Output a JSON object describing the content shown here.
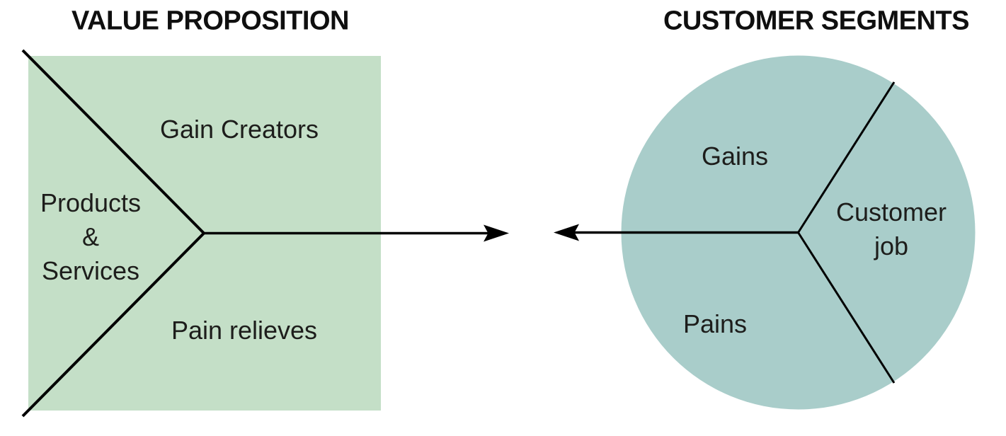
{
  "value_proposition": {
    "title": "VALUE PROPOSITION",
    "labels": {
      "gain_creators": "Gain Creators",
      "products_services": "Products\n&\nServices",
      "pain_relieves": "Pain relieves"
    }
  },
  "customer_segments": {
    "title": "CUSTOMER SEGMENTS",
    "labels": {
      "gains": "Gains",
      "customer_job": "Customer\njob",
      "pains": "Pains"
    }
  },
  "colors": {
    "square_fill": "#c4dfc7",
    "circle_fill": "#a9cdca",
    "line": "#000000",
    "text": "#1d1d1b"
  }
}
